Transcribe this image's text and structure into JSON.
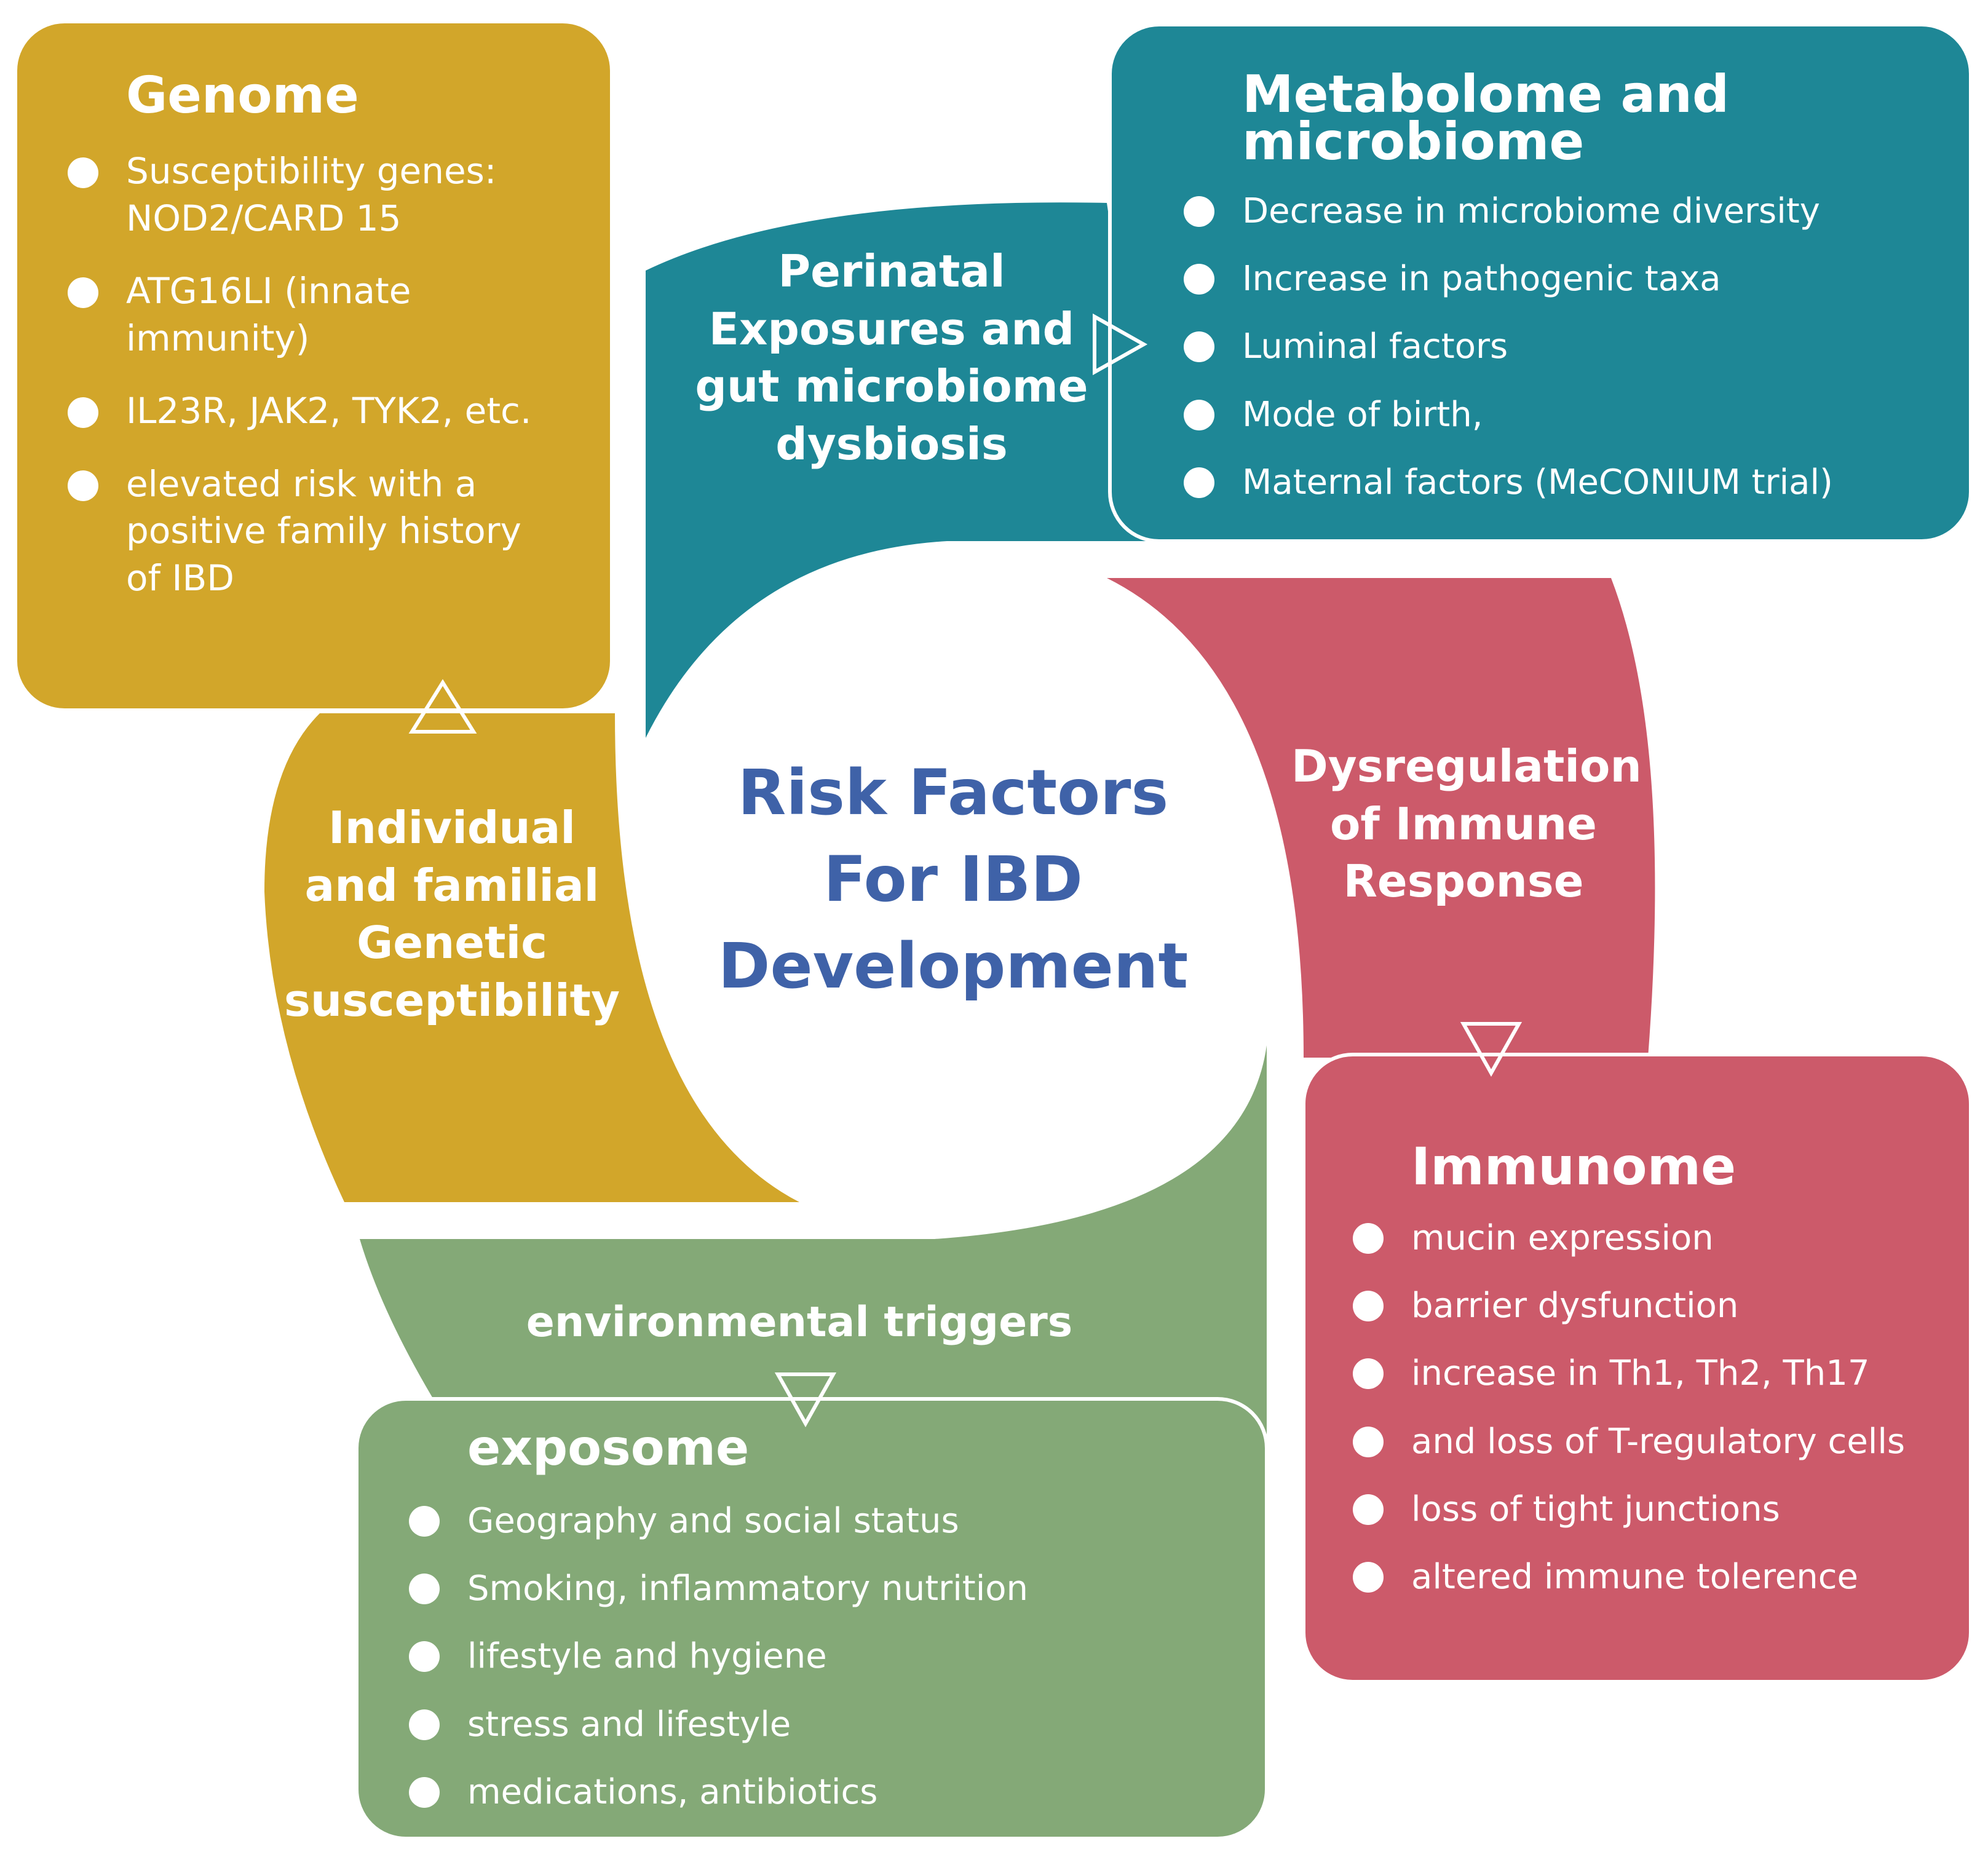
{
  "colors": {
    "genome": "#D2A62A",
    "metabolome": "#1E8796",
    "immunome": "#CC5A6A",
    "exposome": "#84A977",
    "center_text": "#3F62A8",
    "background": "#FFFFFF"
  },
  "center": {
    "title": "Risk Factors\nFor IBD\nDevelopment"
  },
  "arcs": {
    "genetic": "Individual\nand familial\nGenetic\nsusceptibility",
    "perinatal": "Perinatal\nExposures and\ngut microbiome\ndysbiosis",
    "immune": "Dysregulation\nof Immune\nResponse",
    "environmental": "environmental triggers"
  },
  "boxes": {
    "genome": {
      "title": "Genome",
      "items": [
        "Susceptibility genes:\nNOD2/CARD 15",
        "ATG16LI (innate\nimmunity)",
        "IL23R, JAK2, TYK2,  etc.",
        "elevated risk with a\npositive family history\nof IBD"
      ]
    },
    "metabolome": {
      "title": "Metabolome and\nmicrobiome",
      "items": [
        "Decrease in microbiome diversity",
        "Increase in pathogenic taxa",
        "Luminal factors",
        "Mode of birth,",
        "Maternal factors (MeCONIUM trial)"
      ]
    },
    "immunome": {
      "title": "Immunome",
      "items": [
        "mucin expression",
        "barrier dysfunction",
        "increase in Th1, Th2, Th17",
        "and loss of T-regulatory cells",
        "loss of tight junctions",
        "altered immune tolerence"
      ]
    },
    "exposome": {
      "title": "exposome",
      "items": [
        "Geography and social status",
        "Smoking,  inflammatory nutrition",
        "lifestyle and hygiene",
        "stress and lifestyle",
        "medications, antibiotics"
      ]
    }
  }
}
